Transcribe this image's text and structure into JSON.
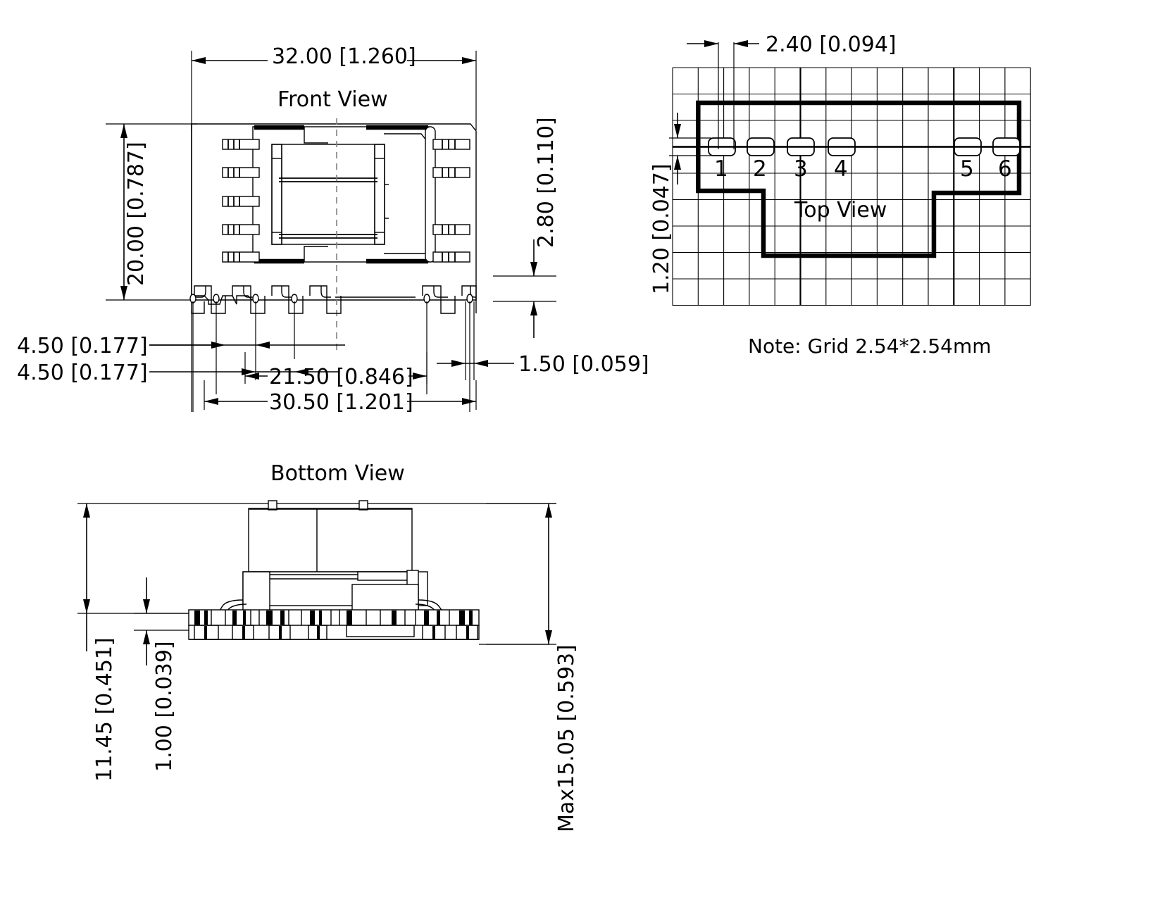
{
  "drawing": {
    "title_front": "Front View",
    "title_top": "Top View",
    "title_bottom": "Bottom View",
    "note": "Note: Grid 2.54*2.54mm"
  },
  "front_view": {
    "dim_width_top": "32.00 [1.260]",
    "dim_height_left": "20.00 [0.787]",
    "dim_height_right": "2.80 [0.110]",
    "dim_pitch_1": "4.50 [0.177]",
    "dim_pitch_2": "4.50 [0.177]",
    "dim_span_inner": "21.50 [0.846]",
    "dim_span_outer": "30.50 [1.201]",
    "dim_pin_width": "1.50 [0.059]"
  },
  "top_view": {
    "dim_pad_pitch": "2.40 [0.094]",
    "dim_pad_height": "1.20 [0.047]",
    "pin_labels": [
      "1",
      "2",
      "3",
      "4",
      "5",
      "6"
    ]
  },
  "bottom_view": {
    "dim_body_height": "11.45 [0.451]",
    "dim_pin_thickness": "1.00 [0.039]",
    "dim_max_height": "Max15.05 [0.593]"
  },
  "style": {
    "ink": "#000000",
    "paper": "#ffffff",
    "dash": "#808080"
  }
}
